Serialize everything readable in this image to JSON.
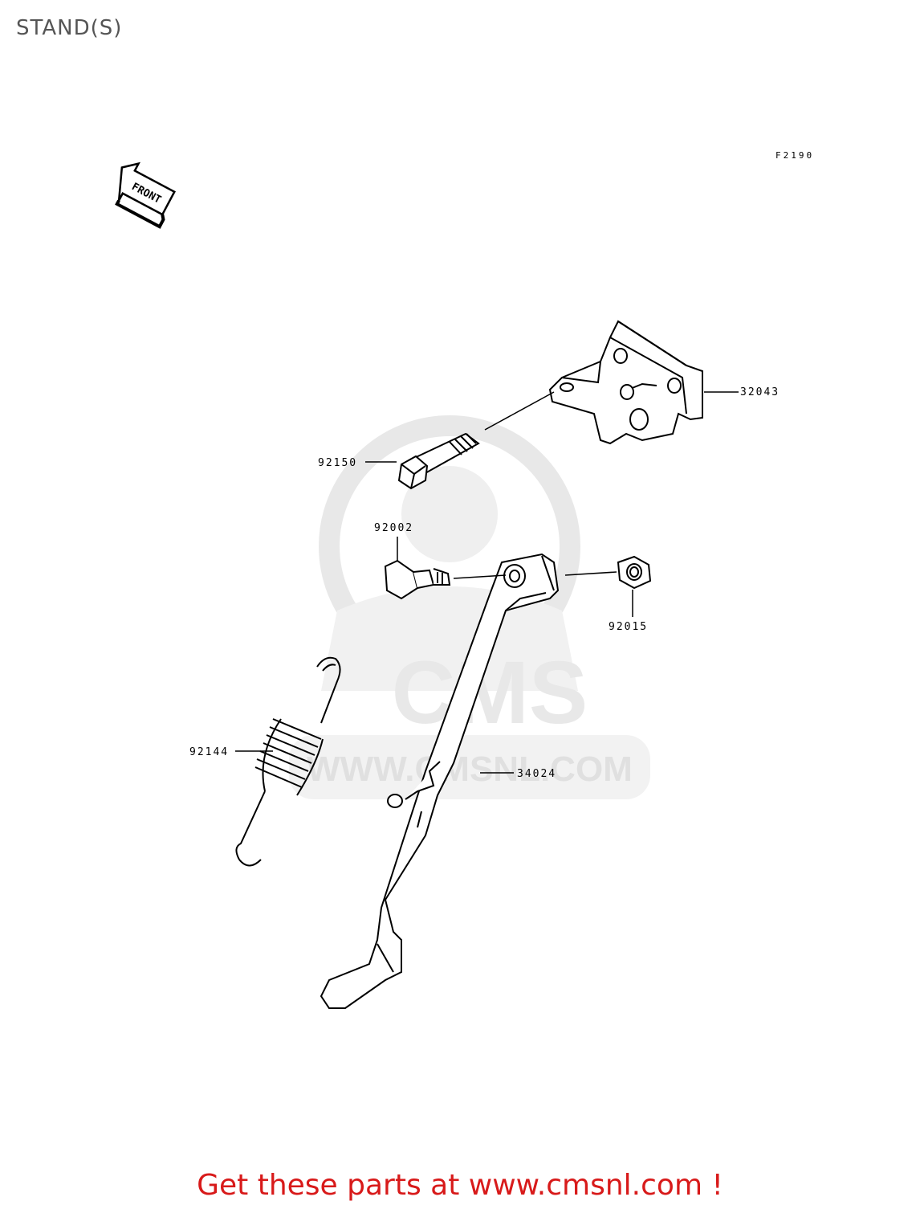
{
  "header": {
    "title": "STAND(S)",
    "figure_code": "F2190"
  },
  "front_arrow": {
    "label": "FRONT"
  },
  "watermark": {
    "brand": "CMS",
    "url": "WWW.CMSNL.COM"
  },
  "parts": [
    {
      "number": "32043",
      "name": "bracket"
    },
    {
      "number": "92150",
      "name": "bolt"
    },
    {
      "number": "92002",
      "name": "pivot-bolt"
    },
    {
      "number": "92015",
      "name": "nut"
    },
    {
      "number": "92144",
      "name": "spring"
    },
    {
      "number": "34024",
      "name": "side-stand"
    }
  ],
  "footer": {
    "text": "Get these parts at www.cmsnl.com !"
  },
  "colors": {
    "footer": "#d81a1a",
    "watermark": "#d6d6d6",
    "ink": "#000000"
  }
}
